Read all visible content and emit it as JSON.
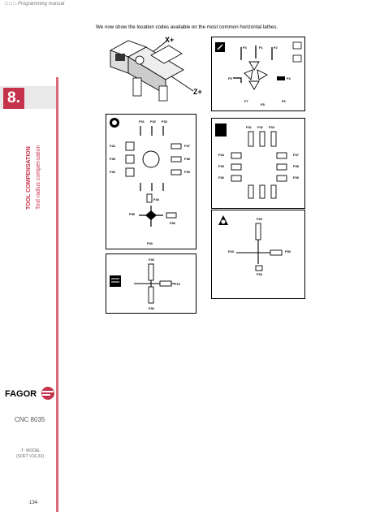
{
  "header": {
    "icons": "□ □ □",
    "title": "Programming manual"
  },
  "sidebar": {
    "chapter": "8.",
    "title": "TOOL COMPENSATION",
    "subtitle": "Tool radius compensation",
    "brand": "FAGOR",
    "model": "CNC 8035",
    "submodel_line1": "·T· MODEL",
    "submodel_line2": "(SOFT V16.3X)",
    "page": "·134·"
  },
  "main": {
    "intro": "We now show the location codes available on the most common horizontal lathes.",
    "lathe_axis_x": "X+",
    "lathe_axis_z": "Z+"
  },
  "diagrams": {
    "p1": {
      "F1": "F1",
      "F2": "F2",
      "F3": "F3",
      "F4": "F4",
      "F5": "F5",
      "F6": "F6",
      "F7": "F7",
      "F8": "F8"
    },
    "p2": [
      "F31",
      "F32",
      "F33",
      "F34",
      "F35",
      "F36",
      "F37",
      "F38",
      "F39"
    ],
    "p3": [
      "F31",
      "F32",
      "F33",
      "F34",
      "F35",
      "F36",
      "F37",
      "F38",
      "F39"
    ],
    "p4": [
      "F40",
      "F55",
      "F50",
      "F40"
    ],
    "p5": [
      "F30",
      "F20",
      "F50",
      "F30"
    ],
    "p6": [
      "F30",
      "F10",
      "F30"
    ],
    "icons": [
      "tool-nose-icon",
      "rotate-symbol-icon",
      "grooving-tool-icon",
      "drill-icon",
      "threading-icon"
    ]
  }
}
